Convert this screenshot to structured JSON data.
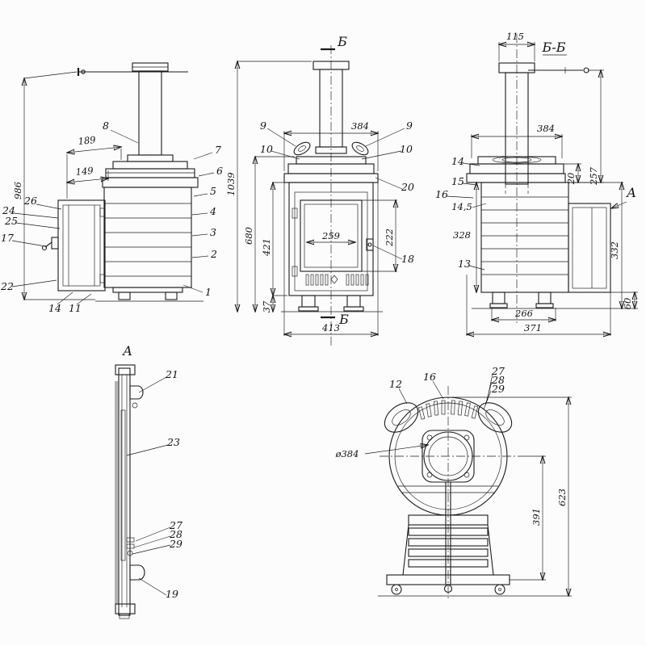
{
  "v1": {
    "dim_189": "189",
    "dim_149": "149",
    "dim_986": "986",
    "p1": "1",
    "p2": "2",
    "p3": "3",
    "p4": "4",
    "p5": "5",
    "p6": "6",
    "p7": "7",
    "p8": "8",
    "p11": "11",
    "p14": "14",
    "p17": "17",
    "p22": "22",
    "p24": "24",
    "p25": "25",
    "p26": "26"
  },
  "v2": {
    "sec_top": "Б",
    "sec_bottom": "Б",
    "dim_384": "384",
    "dim_1039": "1039",
    "dim_680": "680",
    "dim_421": "421",
    "dim_37": "37",
    "dim_259": "259",
    "dim_222": "222",
    "dim_413": "413",
    "p9_left": "9",
    "p10_left": "10",
    "p9_right": "9",
    "p10_right": "10",
    "p20": "20",
    "p18": "18"
  },
  "v3": {
    "title": "Б-Б",
    "dim_115": "115",
    "dim_384": "384",
    "dim_257": "257",
    "dim_20": "20",
    "dim_145": "14,5",
    "dim_328": "328",
    "dim_332": "332",
    "dim_266": "266",
    "dim_371": "371",
    "dim_60": "60",
    "p13": "13",
    "p14": "14",
    "p15": "15",
    "p16": "16",
    "view_a": "А"
  },
  "v4": {
    "title": "А",
    "p19": "19",
    "p21": "21",
    "p23": "23",
    "p27": "27",
    "p28": "28",
    "p29": "29"
  },
  "v5": {
    "dim_d384": "ø384",
    "dim_391": "391",
    "dim_623": "623",
    "p12": "12",
    "p16": "16",
    "p27": "27",
    "p28": "28",
    "p29": "29"
  }
}
